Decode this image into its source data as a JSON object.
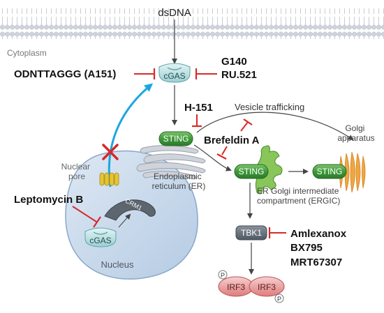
{
  "labels": {
    "dsdna": "dsDNA",
    "cytoplasm": "Cytoplasm",
    "nuclear_pore": "Nuclear\npore",
    "nucleus": "Nucleus",
    "er": "Endoplasmic\nreticulum (ER)",
    "ergic": "ER Golgi intermediate\ncompartment (ERGIC)",
    "golgi": "Golgi\napparatus",
    "vesicle": "Vesicle trafficking"
  },
  "proteins": {
    "cgas_top": "cGAS",
    "cgas_nucleus": "cGAS",
    "crm1": "CRM1",
    "sting_er": "STING",
    "sting_ergic": "STING",
    "sting_golgi": "STING",
    "tbk1": "TBK1",
    "irf3_left": "IRF3",
    "irf3_right": "IRF3",
    "phospho": "P"
  },
  "inhibitors": {
    "a151": "ODNTTAGGG (A151)",
    "g140": "G140",
    "ru521": "RU.521",
    "h151": "H-151",
    "brefeldin": "Brefeldin A",
    "leptomycin": "Leptomycin B",
    "amlexanox": "Amlexanox",
    "bx795": "BX795",
    "mrt": "MRT67307"
  },
  "colors": {
    "membrane": "#c9cdd6",
    "sting_green": "#3f9a3a",
    "cgas_teal": "#a9d6d8",
    "inhibit_red": "#d62a2a",
    "export_blue": "#1aa7e0",
    "golgi_orange": "#f0a640",
    "nucleus_fill": "#c6d7ea",
    "irf3_pink": "#e98a8a",
    "tbk1_grey": "#5d6773"
  }
}
